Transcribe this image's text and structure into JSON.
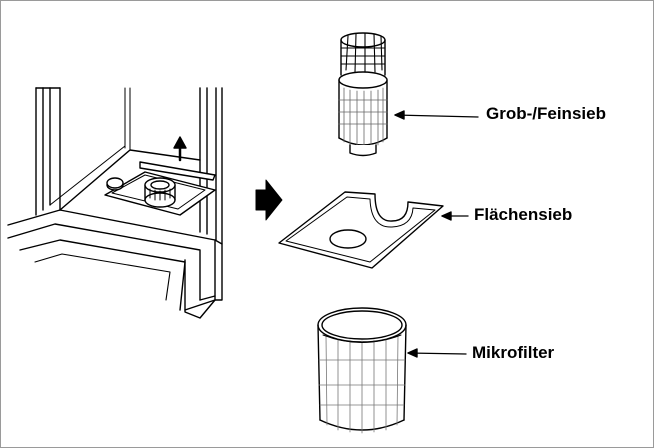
{
  "labels": {
    "coarse_fine_filter": "Grob-/Feinsieb",
    "flat_filter": "Flächensieb",
    "micro_filter": "Mikrofilter"
  },
  "colors": {
    "ink": "#000000",
    "paper": "#ffffff",
    "shade": "#9a9a9a"
  }
}
